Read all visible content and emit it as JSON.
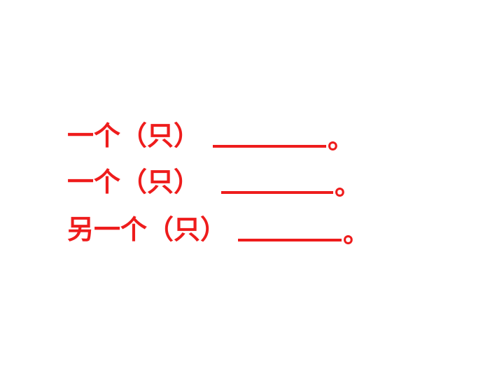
{
  "theme": {
    "text_color": "#ee1c1c",
    "background": "#ffffff"
  },
  "lines": [
    {
      "prefix": "一个（只）",
      "period": "。"
    },
    {
      "prefix": "一个（只）",
      "period": "。"
    },
    {
      "prefix": "另一个（只）",
      "period": "。"
    }
  ]
}
